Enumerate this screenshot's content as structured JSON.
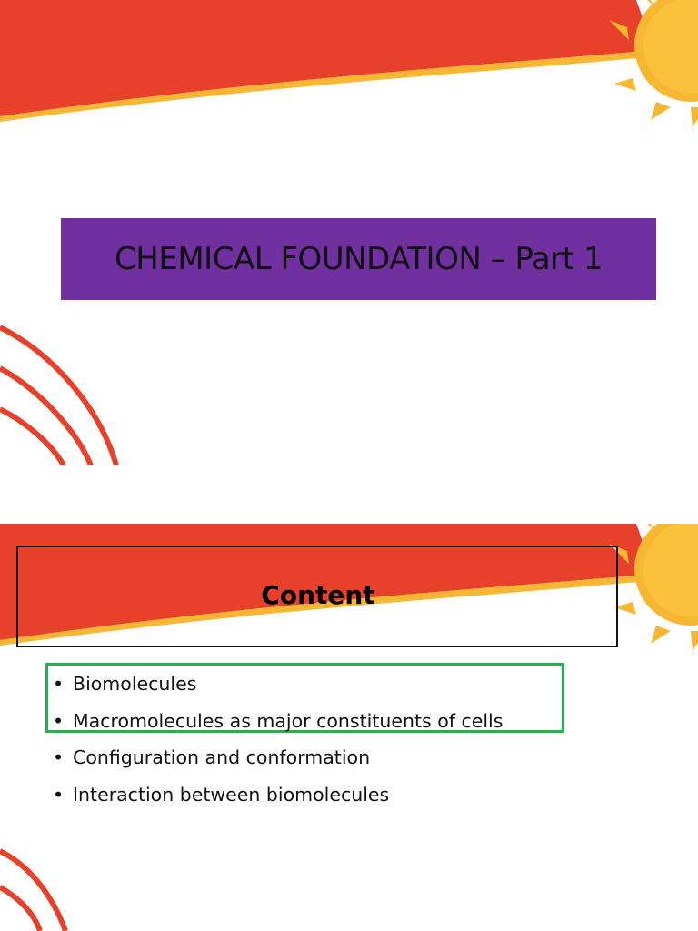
{
  "slides": [
    {
      "title": "CHEMICAL FOUNDATION – Part 1"
    },
    {
      "heading": "Content",
      "bullet_char": "•",
      "bullets": [
        "Biomolecules",
        "Macromolecules as major constituents of cells",
        "Configuration and conformation",
        "Interaction between biomolecules"
      ]
    }
  ],
  "colors": {
    "banner_red": "#e8412b",
    "sun_yellow": "#f7b733",
    "sun_ray": "#f7b733",
    "title_box": "#7030a0",
    "highlight_green": "#22b14c"
  }
}
